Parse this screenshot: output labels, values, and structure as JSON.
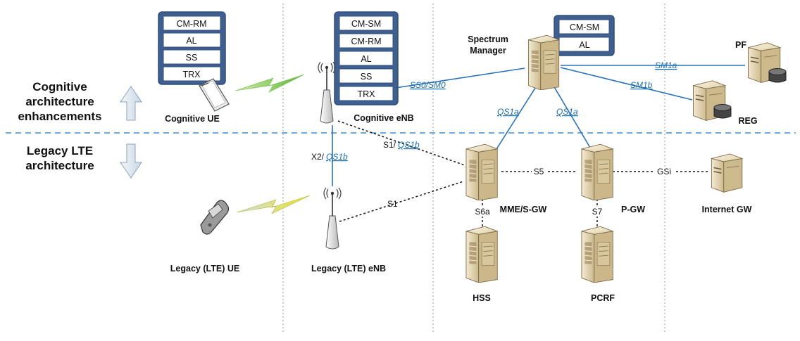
{
  "sections": {
    "upper": [
      "Cognitive",
      "architecture",
      "enhancements"
    ],
    "lower": [
      "Legacy LTE",
      "architecture"
    ]
  },
  "nodes": {
    "cognitive_ue": "Cognitive UE",
    "cognitive_enb": "Cognitive eNB",
    "spectrum_manager": [
      "Spectrum",
      "Manager"
    ],
    "pf": "PF",
    "reg": "REG",
    "legacy_ue": "Legacy (LTE) UE",
    "legacy_enb": "Legacy (LTE) eNB",
    "mme_sgw": "MME/S-GW",
    "pgw": "P-GW",
    "internet_gw": "Internet GW",
    "hss": "HSS",
    "pcrf": "PCRF"
  },
  "stacks": {
    "ue": [
      "CM-RM",
      "AL",
      "SS",
      "TRX"
    ],
    "enb": [
      "CM-SM",
      "CM-RM",
      "AL",
      "SS",
      "TRX"
    ],
    "sm": [
      "CM-SM",
      "AL"
    ]
  },
  "interfaces": {
    "ss0_sm0": "SS0/SM0",
    "sm1a": "SM1a",
    "sm1b": "SM1b",
    "qs1a_left": "QS1a",
    "qs1a_right": "QS1a",
    "s1": "S1",
    "s1_slash": "S1/",
    "qs1b": "QS1b",
    "x2_slash": "X2/",
    "qs1b_x2": "QS1b",
    "s5": "S5",
    "s6a": "S6a",
    "s7": "S7",
    "gsi": "GSi"
  },
  "colors": {
    "stack_border": "#2f4f7f",
    "stack_fill": "#3f5f8f",
    "cell_fill": "#ffffff",
    "link_blue": "#2a72b8",
    "divider_dash": "#3a8fd0",
    "server_body": "#e2d3b0",
    "server_dark": "#bfa97c",
    "arrow_fill": "#dde6f0"
  }
}
